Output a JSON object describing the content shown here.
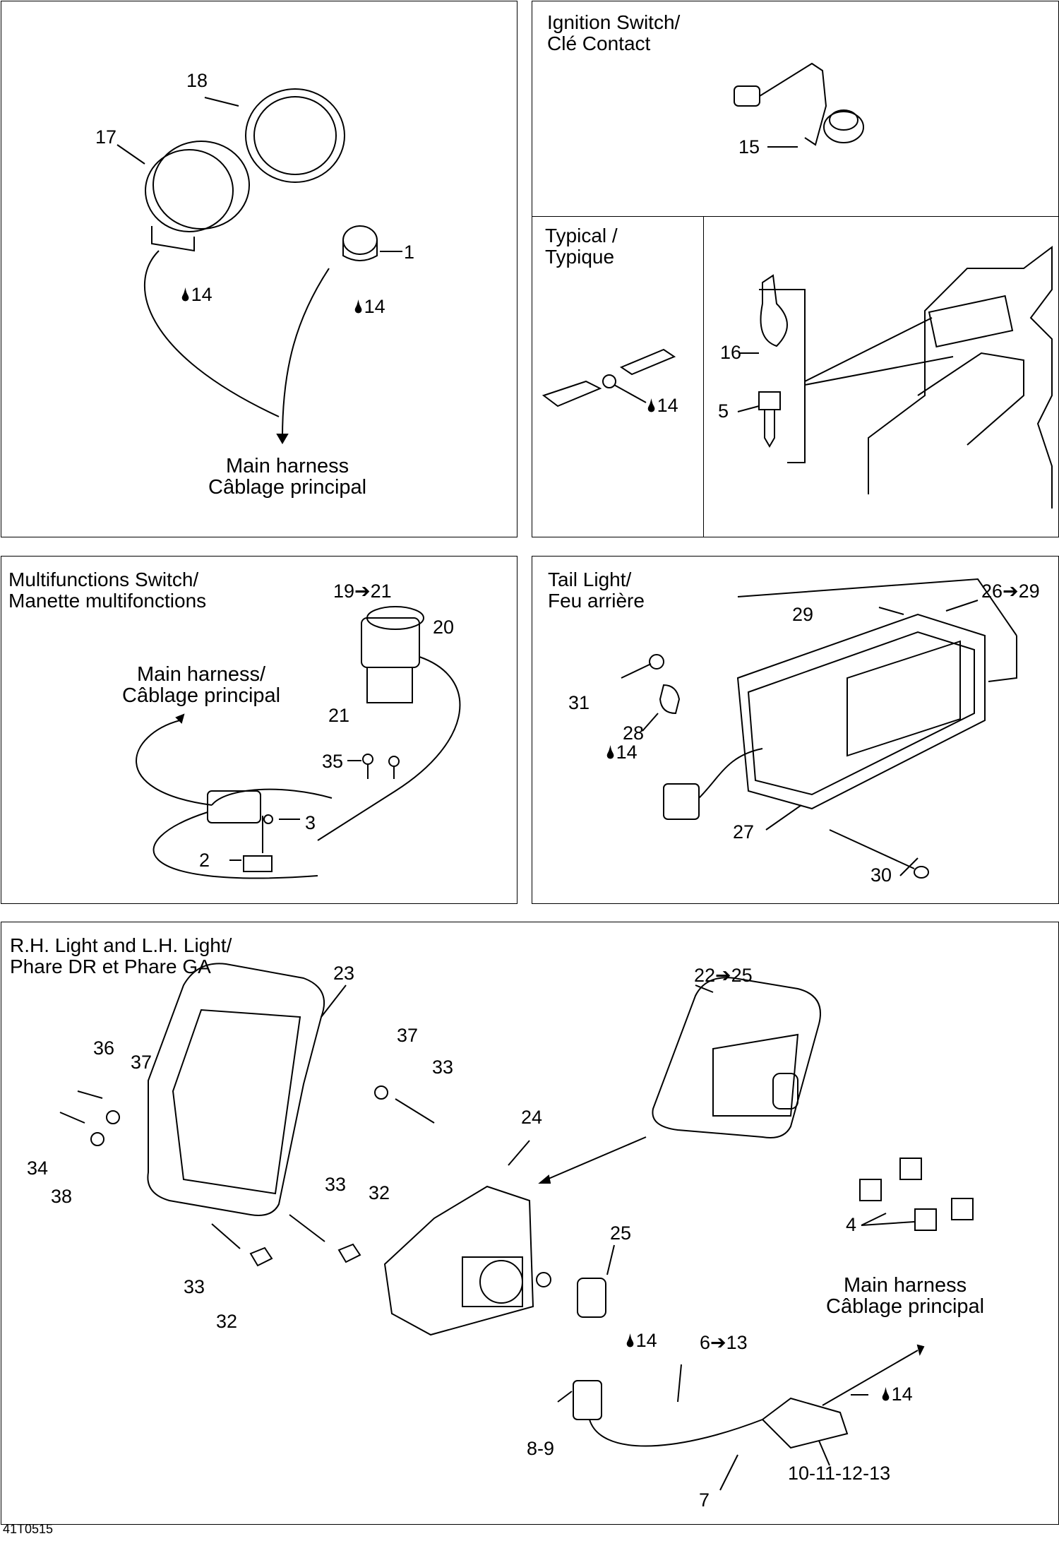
{
  "panels": {
    "main_top": {
      "callouts": {
        "c18": "18",
        "c17": "17",
        "c1": "1",
        "c14a": "14",
        "c14b": "14"
      },
      "harness_line1": "Main harness",
      "harness_line2": "Câblage principal"
    },
    "ignition": {
      "title_line1": "Ignition Switch/",
      "title_line2": "Clé Contact",
      "callouts": {
        "c15": "15"
      }
    },
    "typical": {
      "title_line1": "Typical /",
      "title_line2": "Typique",
      "callouts": {
        "c14": "14",
        "c16": "16",
        "c5": "5"
      }
    },
    "multifunction": {
      "title_line1": "Multifunctions Switch/",
      "title_line2": "Manette multifonctions",
      "harness_line1": "Main harness/",
      "harness_line2": "Câblage principal",
      "callouts": {
        "c19_21": "19➔21",
        "c20": "20",
        "c21": "21",
        "c35": "35",
        "c3": "3",
        "c2": "2"
      }
    },
    "tail": {
      "title_line1": "Tail Light/",
      "title_line2": "Feu arrière",
      "callouts": {
        "c26_29": "26➔29",
        "c29": "29",
        "c31": "31",
        "c28": "28",
        "c14": "14",
        "c27": "27",
        "c30": "30"
      }
    },
    "headlight": {
      "title_line1": "R.H. Light and L.H. Light/",
      "title_line2": "Phare DR et Phare GA",
      "harness_line1": "Main harness",
      "harness_line2": "Câblage principal",
      "callouts": {
        "c23": "23",
        "c22_25": "22➔25",
        "c36": "36",
        "c37a": "37",
        "c37b": "37",
        "c33a": "33",
        "c34": "34",
        "c38": "38",
        "c24": "24",
        "c33b": "33",
        "c32a": "32",
        "c4": "4",
        "c33c": "33",
        "c32b": "32",
        "c25": "25",
        "c14a": "14",
        "c6_13": "6➔13",
        "c14b": "14",
        "c8_9": "8-9",
        "c7": "7",
        "c10_13": "10-11-12-13"
      }
    }
  },
  "footer": {
    "code": "41T0515"
  },
  "icons": {
    "drop": "oil-drop-icon",
    "arrow": "right-arrow-glyph"
  }
}
